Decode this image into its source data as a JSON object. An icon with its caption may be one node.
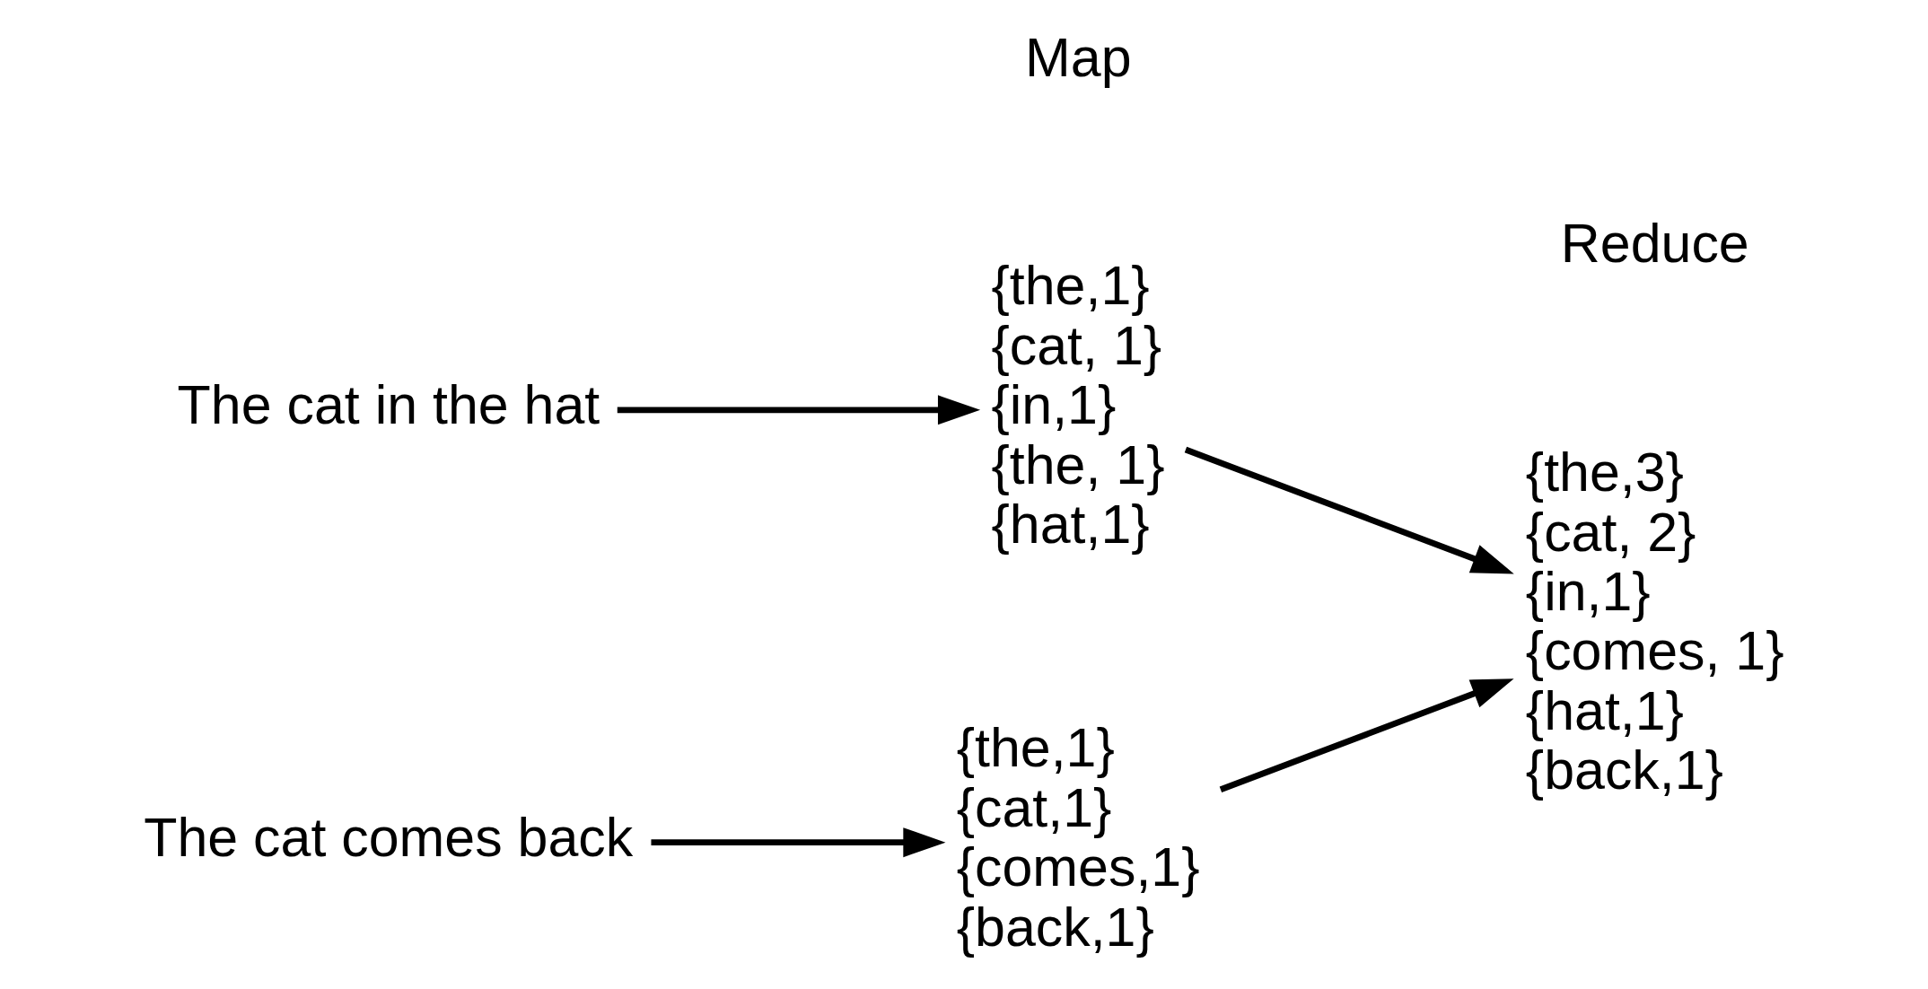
{
  "diagram": {
    "nodes": [
      {
        "text": [
          "The cat in the hat"
        ]
      },
      {
        "text": [
          "{the,1}",
          "{cat, 1}",
          "{in,1}",
          "{the, 1}",
          "{hat,1}"
        ]
      },
      {
        "text": [
          "The cat comes back"
        ]
      },
      {
        "text": [
          "{the,1}",
          "{cat,1}",
          "{comes,1}",
          "{back,1}"
        ]
      },
      {
        "text": [
          "{the,3}",
          "{cat, 2}",
          "{in,1}",
          "{comes, 1}",
          "{hat,1}",
          "{back,1}"
        ]
      }
    ],
    "edges": [
      {
        "from": 0,
        "to": 1,
        "arrow": "to"
      },
      {
        "from": 2,
        "to": 3,
        "arrow": "to"
      },
      {
        "from": 1,
        "to": 4,
        "arrow": "to"
      },
      {
        "from": 3,
        "to": 4,
        "arrow": "to"
      }
    ],
    "labels": [
      "Map",
      "Reduce"
    ]
  }
}
